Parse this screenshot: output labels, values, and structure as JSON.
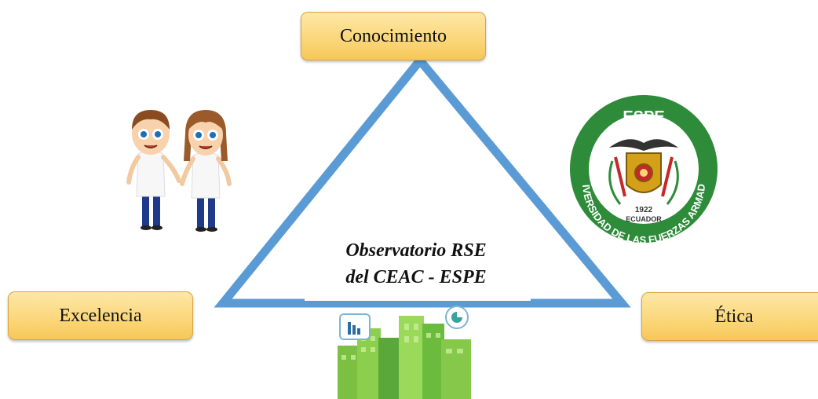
{
  "nodes": {
    "top": "Conocimiento",
    "left": "Excelencia",
    "right": "Ética"
  },
  "center": {
    "line1": "Observatorio RSE",
    "line2": "del CEAC - ESPE"
  },
  "logo": {
    "top_text": "ESPE",
    "ring_text": "UNIVERSIDAD DE LAS FUERZAS ARMADAS",
    "year": "1922",
    "country": "ECUADOR"
  },
  "colors": {
    "triangle_stroke": "#5b9bd5",
    "box_fill": "#fbd678",
    "box_border": "#d9a441",
    "logo_green": "#2e8b3a"
  }
}
